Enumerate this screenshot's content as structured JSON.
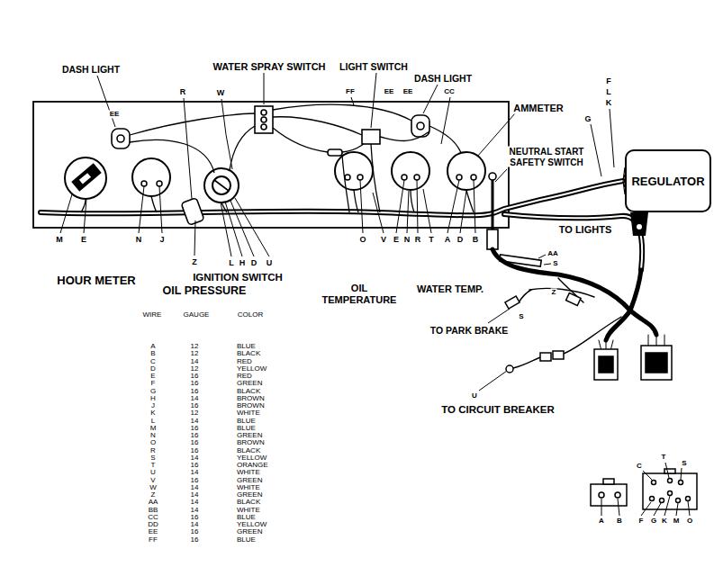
{
  "diagram": {
    "nodes": [
      {
        "text": [
          "REGULATOR"
        ]
      }
    ],
    "labels": [
      "DASH LIGHT",
      "EE",
      "WATER SPRAY SWITCH",
      "R",
      "W",
      "LIGHT SWITCH",
      "FF",
      "EE",
      "EE",
      "DASH LIGHT",
      "CC",
      "AMMETER",
      "G",
      "F",
      "L",
      "K",
      "NEUTRAL START SAFETY SWITCH",
      "TO LIGHTS",
      "M",
      "E",
      "HOUR METER",
      "N",
      "J",
      "OIL PRESSURE",
      "Z",
      "L",
      "H",
      "D",
      "U",
      "IGNITION SWITCH",
      "O",
      "OIL TEMPERATURE",
      "V",
      "E",
      "N",
      "R",
      "T",
      "WATER TEMP.",
      "A",
      "D",
      "B",
      "AA",
      "S",
      "Z",
      "S",
      "TO PARK BRAKE",
      "U",
      "TO CIRCUIT BREAKER",
      "C",
      "T",
      "S",
      "A",
      "B",
      "F",
      "G",
      "K",
      "M",
      "O",
      "WIRE",
      "GAUGE",
      "COLOR",
      "A",
      "12",
      "BLUE",
      "B",
      "12",
      "BLACK",
      "C",
      "14",
      "RED",
      "D",
      "12",
      "YELLOW",
      "E",
      "16",
      "RED",
      "F",
      "16",
      "GREEN",
      "G",
      "16",
      "BLACK",
      "H",
      "14",
      "BROWN",
      "J",
      "16",
      "BROWN",
      "K",
      "12",
      "WHITE",
      "L",
      "14",
      "BLUE",
      "M",
      "16",
      "BLUE",
      "N",
      "16",
      "GREEN",
      "O",
      "16",
      "BROWN",
      "R",
      "16",
      "BLACK",
      "S",
      "14",
      "YELLOW",
      "T",
      "16",
      "ORANGE",
      "U",
      "14",
      "WHITE",
      "V",
      "16",
      "GREEN",
      "W",
      "14",
      "WHITE",
      "Z",
      "14",
      "GREEN",
      "AA",
      "14",
      "BLACK",
      "BB",
      "14",
      "WHITE",
      "CC",
      "16",
      "BLUE",
      "DD",
      "14",
      "YELLOW",
      "EE",
      "16",
      "GREEN",
      "FF",
      "16",
      "BLUE"
    ]
  }
}
